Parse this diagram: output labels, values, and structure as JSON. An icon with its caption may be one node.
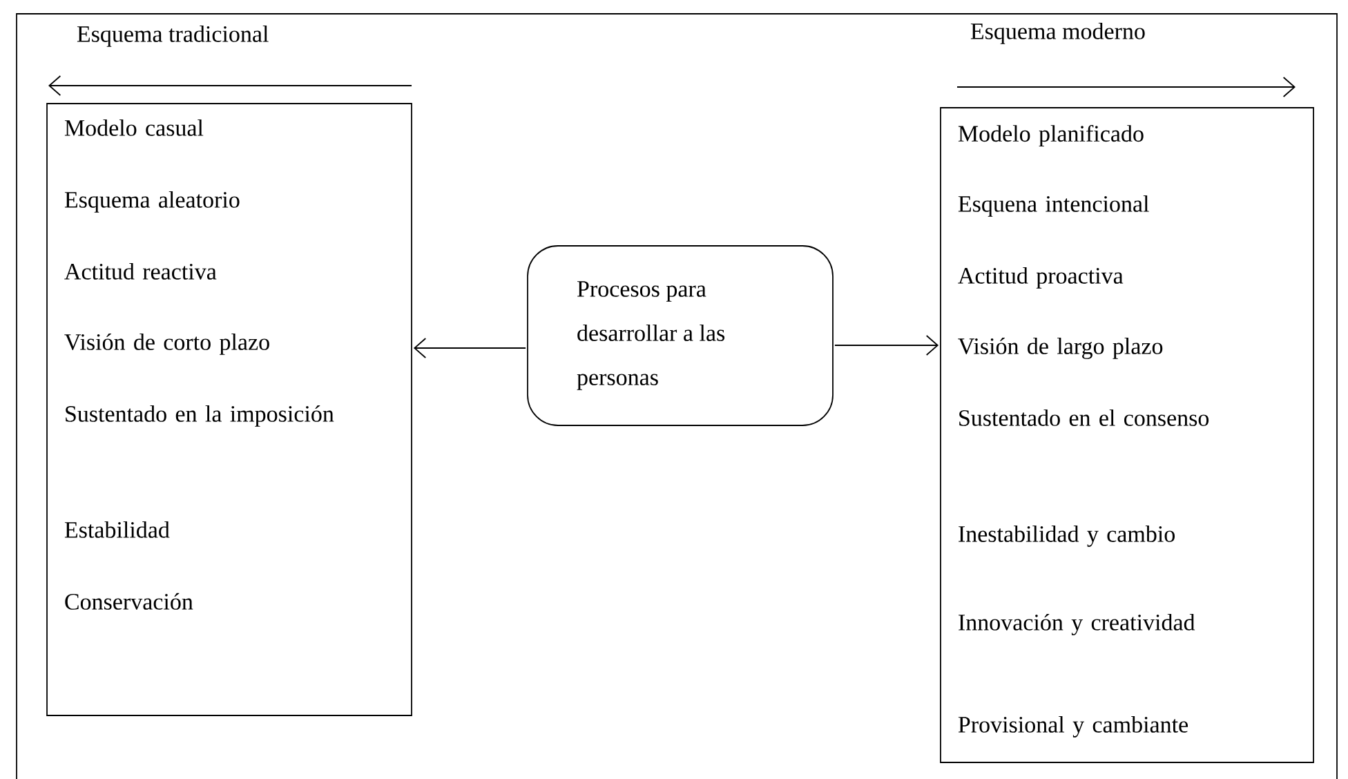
{
  "diagram": {
    "nodes": [
      {
        "text": [
          "Esquema tradicional",
          "Modelo casual",
          "Esquema aleatorio",
          "Actitud reactiva",
          "Visión de corto plazo",
          "Sustentado en la imposición",
          "Estabilidad",
          "Conservación"
        ]
      },
      {
        "text": [
          "Procesos para desarrollar a las personas"
        ]
      },
      {
        "text": [
          "Esquema moderno",
          "Modelo planificado",
          "Esquena intencional",
          "Actitud proactiva",
          "Visión de largo plazo",
          "Sustentado en el consenso",
          "Inestabilidad y cambio",
          "Innovación y creatividad",
          "Provisional y cambiante"
        ]
      }
    ],
    "edges": [
      {
        "from": 1,
        "to": 0,
        "arrow": "to"
      },
      {
        "from": 1,
        "to": 2,
        "arrow": "to"
      }
    ]
  }
}
